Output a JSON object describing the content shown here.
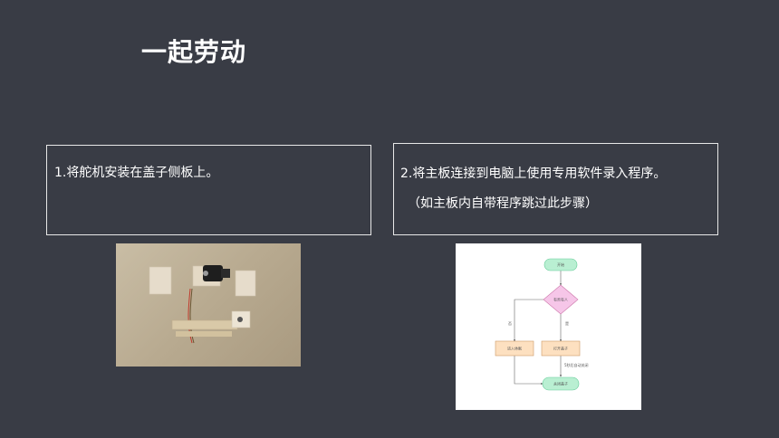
{
  "slide": {
    "title": "一起劳动"
  },
  "step1": {
    "text": "1.将舵机安装在盖子侧板上。"
  },
  "step2": {
    "text": "2.将主板连接到电脑上使用专用软件录入程序。",
    "note": "（如主板内自带程序跳过此步骤）"
  },
  "flowchart": {
    "start": "开始",
    "decision": "有否有人",
    "no_label": "否",
    "yes_label": "是",
    "left_box": "进入休眠",
    "right_box": "打开盖子",
    "delay_label": "5秒后自动关闭",
    "end": "关闭盖子"
  },
  "colors": {
    "background": "#393c45",
    "terminal_fill": "#b9efd2",
    "decision_fill": "#f6c6e8",
    "process_fill": "#fde0c0"
  }
}
